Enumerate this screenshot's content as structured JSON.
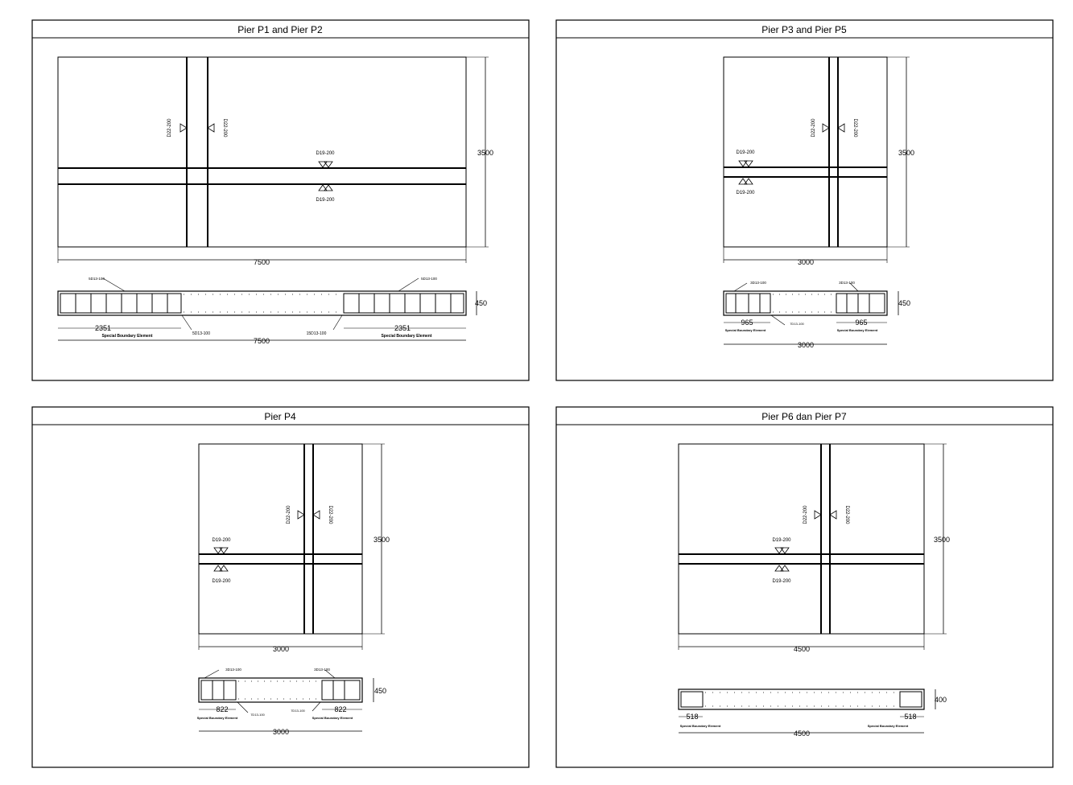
{
  "panels": [
    {
      "title": "Pier P1 and Pier P2",
      "elevation": {
        "width_label": "7500",
        "height_label": "3500",
        "vert_bar_left": "D22-200",
        "vert_bar_right": "D22-200",
        "horiz_bar_top": "D19-200",
        "horiz_bar_bottom": "D19-200"
      },
      "section": {
        "thickness_label": "450",
        "length_label": "7500",
        "left_be_label": "2351",
        "right_be_label": "2351",
        "be_caption_left": "Special Boundary Element",
        "be_caption_right": "Special Boundary Element",
        "tie_top_left": "5D13-100",
        "tie_top_right": "5D13-100",
        "tie_bottom_left": "5D13-100",
        "tie_bottom_right": "15D13-100"
      }
    },
    {
      "title": "Pier P3 and Pier P5",
      "elevation": {
        "width_label": "3000",
        "height_label": "3500",
        "vert_bar_left": "D22-200",
        "vert_bar_right": "D22-200",
        "horiz_bar_top": "D19-200",
        "horiz_bar_bottom": "D19-200"
      },
      "section": {
        "thickness_label": "450",
        "length_label": "3000",
        "left_be_label": "965",
        "right_be_label": "965",
        "be_caption_left": "Special Boundary Element",
        "be_caption_right": "Special Boundary Element",
        "tie_top_left": "3D13-100",
        "tie_top_right": "3D13-100",
        "tie_mid": "7D13-100"
      }
    },
    {
      "title": "Pier P4",
      "elevation": {
        "width_label": "3000",
        "height_label": "3500",
        "vert_bar_left": "D22-200",
        "vert_bar_right": "D22-200",
        "horiz_bar_top": "D19-200",
        "horiz_bar_bottom": "D19-200"
      },
      "section": {
        "thickness_label": "450",
        "length_label": "3000",
        "left_be_label": "822",
        "right_be_label": "822",
        "be_caption_left": "Special Boundary Element",
        "be_caption_right": "Special Boundary Element",
        "tie_top_left": "3D13-100",
        "tie_top_right": "3D13-100",
        "tie_mid_left": "7D13-100",
        "tie_mid_right": "7D13-100"
      }
    },
    {
      "title": "Pier P6 dan Pier P7",
      "elevation": {
        "width_label": "4500",
        "height_label": "3500",
        "vert_bar_left": "D22-200",
        "vert_bar_right": "D22-200",
        "horiz_bar_top": "D19-200",
        "horiz_bar_bottom": "D19-200"
      },
      "section": {
        "thickness_label": "400",
        "length_label": "4500",
        "left_be_label": "518",
        "right_be_label": "518",
        "be_caption_left": "Special Boundary Element",
        "be_caption_right": "Special Boundary Element"
      }
    }
  ]
}
